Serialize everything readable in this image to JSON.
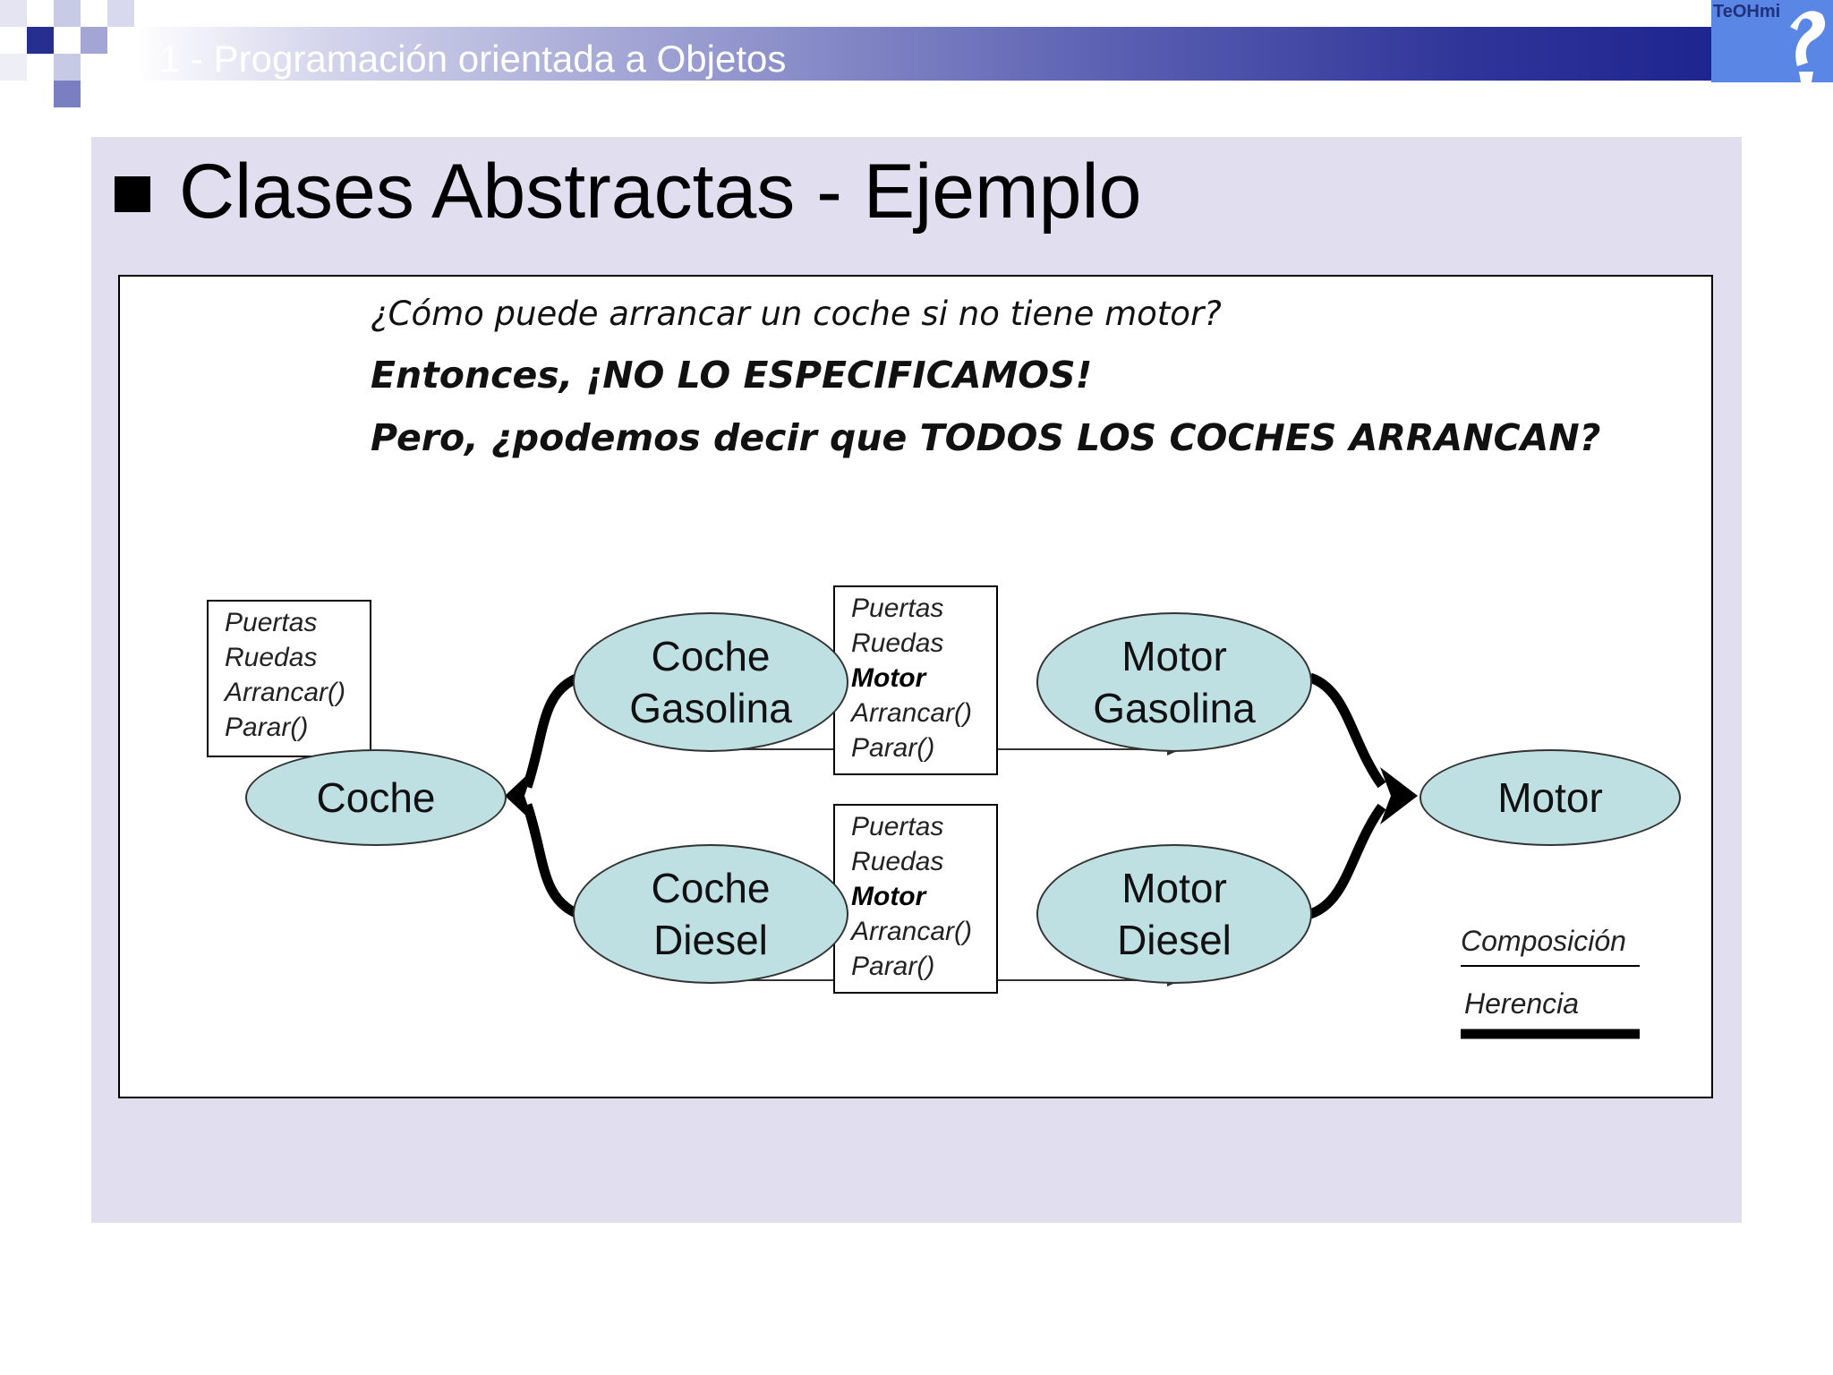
{
  "header": {
    "title": "1 - Programación orientada a Objetos",
    "logo_text": "TeOHmi"
  },
  "slide": {
    "title": "Clases Abstractas - Ejemplo"
  },
  "diagram": {
    "questions": [
      "¿Cómo puede arrancar un coche si no tiene motor?",
      "Entonces, ¡NO LO ESPECIFICAMOS!",
      "Pero, ¿podemos decir que TODOS LOS COCHES ARRANCAN?"
    ],
    "nodes": {
      "coche": "Coche",
      "coche_gasolina": {
        "line1": "Coche",
        "line2": "Gasolina"
      },
      "coche_diesel": {
        "line1": "Coche",
        "line2": "Diesel"
      },
      "motor_gasolina": {
        "line1": "Motor",
        "line2": "Gasolina"
      },
      "motor_diesel": {
        "line1": "Motor",
        "line2": "Diesel"
      },
      "motor": "Motor"
    },
    "coche_attributes": [
      "Puertas",
      "Ruedas",
      "Arrancar()",
      "Parar()"
    ],
    "gasolina_attributes": [
      "Puertas",
      "Ruedas",
      "Motor",
      "Arrancar()",
      "Parar()"
    ],
    "diesel_attributes": [
      "Puertas",
      "Ruedas",
      "Motor",
      "Arrancar()",
      "Parar()"
    ],
    "legend": {
      "composition": "Composición",
      "inheritance": "Herencia"
    }
  },
  "colors": {
    "node_fill": "#bfe0e3",
    "panel": "#e1def0",
    "header_dark": "#1f2590"
  }
}
